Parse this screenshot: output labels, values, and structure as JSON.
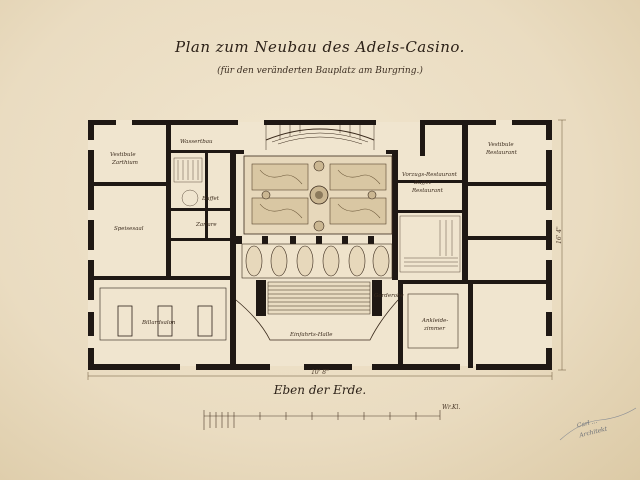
{
  "title": "Plan zum Neubau des Adels-Casino.",
  "subtitle": "(für den veränderten Bauplatz am Burgring.)",
  "floor_label": "Eben der Erde.",
  "dimensions": {
    "bottom": "10' 8\"",
    "right": "16' 4\""
  },
  "scale_unit": "Wr.Kl.",
  "signature_lines": [
    "Carl ...",
    "Architekt"
  ],
  "rooms": {
    "vestibule_left": [
      "Vestibule",
      "Zarthium"
    ],
    "wassertbau": "Wassertbau",
    "vestibule_right": [
      "Vestibule",
      "Restaurant"
    ],
    "buffet": "Buffet",
    "zarlare": "Zarlare",
    "speisesaal": "Speisesaal",
    "vorzug_restaurant": [
      "Vorzugs-Restaurant",
      "Buffet",
      "Restaurant"
    ],
    "billardsalon": "Billardsalon",
    "einfahrts_halle": "Einfahrts-Halle",
    "garderobe": "Garderobe",
    "ankleide": [
      "Ankleide-",
      "zimmer"
    ]
  },
  "colors": {
    "paper": "#ece0c8",
    "wall": "#1f1814",
    "ink": "#3a2a1c",
    "signature_ink": "#6b6f76"
  }
}
